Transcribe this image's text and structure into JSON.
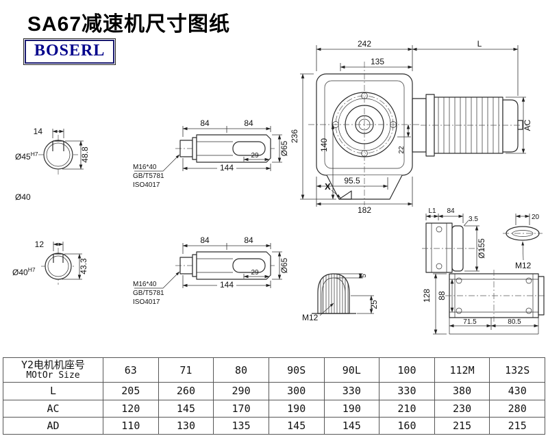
{
  "page": {
    "title": "SA67减速机尺寸图纸",
    "logo": "BOSERL"
  },
  "colors": {
    "logo_text": "#00008B",
    "logo_border": "#1a1a70",
    "line": "#2b2b2b"
  },
  "drawings": {
    "end_view_top": {
      "key_width": "14",
      "bore_dia": "Ø45",
      "bore_tol": "H7",
      "key_depth": "48.8",
      "shaft_label": "Ø40"
    },
    "end_view_bottom": {
      "key_width": "12",
      "bore_dia": "Ø40",
      "bore_tol": "H7",
      "key_depth": "43.3"
    },
    "shaft_top": {
      "dim_84a": "84",
      "dim_84b": "84",
      "dim_29": "29",
      "dim_144": "144",
      "dia": "Ø65",
      "bolt": "M16*40",
      "std1": "GB/T5781",
      "std2": "ISO4017"
    },
    "shaft_bottom": {
      "dim_84a": "84",
      "dim_84b": "84",
      "dim_29": "29",
      "dim_144": "144",
      "dia": "Ø65",
      "bolt": "M16*40",
      "std1": "GB/T5781",
      "std2": "ISO4017"
    },
    "main_view": {
      "dim_242": "242",
      "dim_l": "L",
      "dim_135": "135",
      "dim_236": "236",
      "dim_140": "140",
      "dim_22": "22",
      "dim_ac": "AC",
      "dim_95_5": "95.5",
      "dim_182": "182",
      "label_x": "X"
    },
    "side_view": {
      "dim_l1": "L1",
      "dim_84": "84",
      "dim_3_5": "3.5",
      "dim_20": "20",
      "dia": "Ø155",
      "label_m12": "M12"
    },
    "key_section": {
      "dim_5": "5",
      "dim_25": "25",
      "label_m12": "M12"
    },
    "bottom_view": {
      "dim_128": "128",
      "dim_88": "88",
      "dim_71_5": "71.5",
      "dim_80_5": "80.5"
    }
  },
  "table": {
    "row_header": {
      "line1": "Y2电机机座号",
      "line2": "MOtOr Size"
    },
    "sizes": [
      "63",
      "71",
      "80",
      "90S",
      "90L",
      "100",
      "112M",
      "132S"
    ],
    "rows": [
      {
        "label": "L",
        "values": [
          "205",
          "260",
          "290",
          "300",
          "330",
          "330",
          "380",
          "430"
        ]
      },
      {
        "label": "AC",
        "values": [
          "120",
          "145",
          "170",
          "190",
          "190",
          "210",
          "230",
          "280"
        ]
      },
      {
        "label": "AD",
        "values": [
          "110",
          "130",
          "135",
          "145",
          "145",
          "160",
          "215",
          "215"
        ]
      }
    ]
  }
}
